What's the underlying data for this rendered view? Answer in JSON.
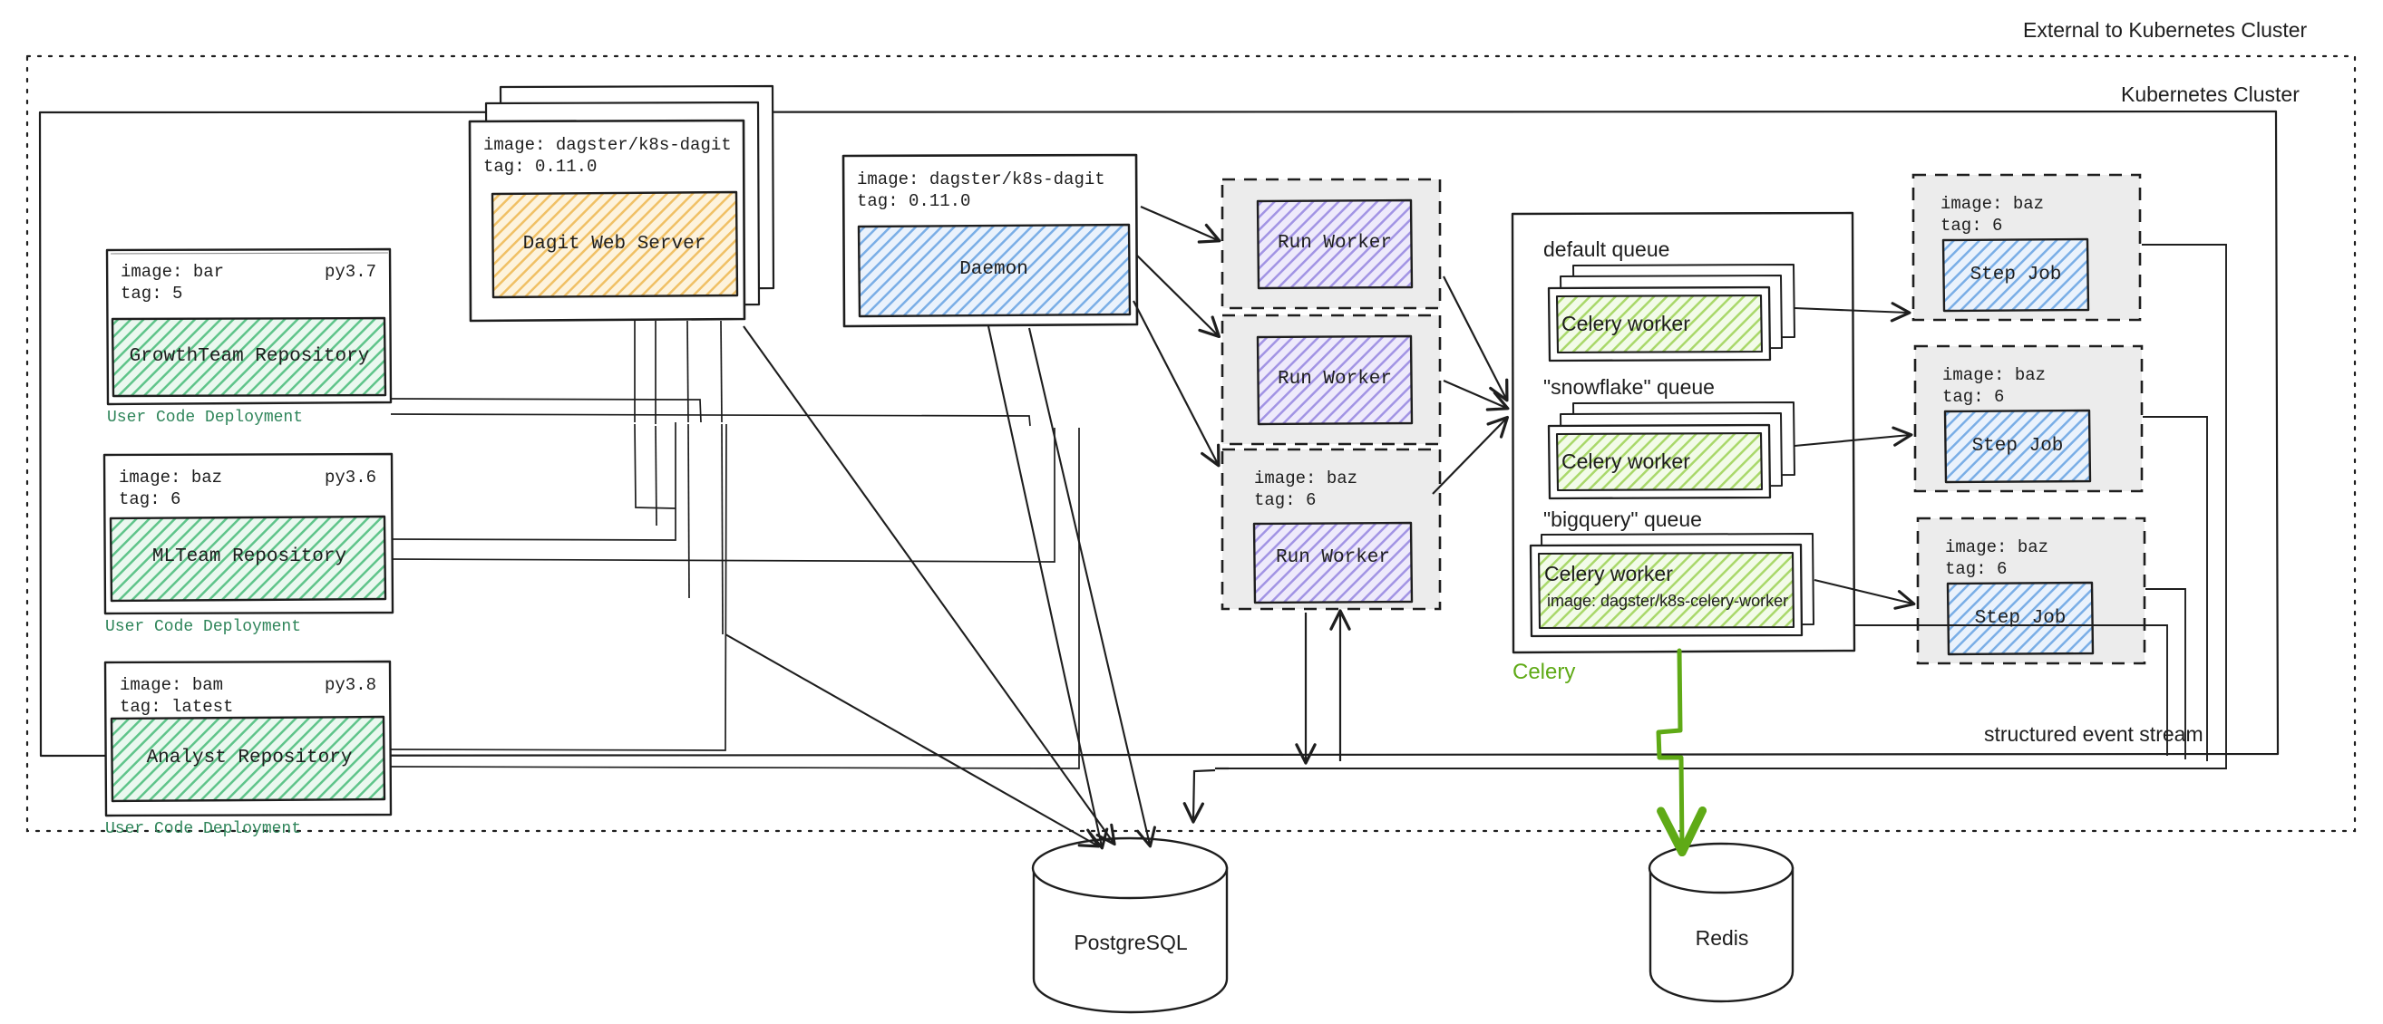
{
  "boundaries": {
    "external_label": "External to Kubernetes Cluster",
    "cluster_label": "Kubernetes Cluster",
    "event_stream_label": "structured event stream"
  },
  "user_code_deployments": [
    {
      "image_line": "image: bar",
      "tag_line": "tag: 5",
      "python_version": "py3.7",
      "repository": "GrowthTeam Repository",
      "footer": "User Code Deployment"
    },
    {
      "image_line": "image: baz",
      "tag_line": "tag: 6",
      "python_version": "py3.6",
      "repository": "MLTeam Repository",
      "footer": "User Code Deployment"
    },
    {
      "image_line": "image: bam",
      "tag_line": "tag: latest",
      "python_version": "py3.8",
      "repository": "Analyst Repository",
      "footer": "User Code Deployment"
    }
  ],
  "dagit": {
    "image_line": "image: dagster/k8s-dagit",
    "tag_line": "tag: 0.11.0",
    "title": "Dagit Web Server",
    "stack_count": 3
  },
  "daemon": {
    "image_line": "image: dagster/k8s-dagit",
    "tag_line": "tag: 0.11.0",
    "title": "Daemon"
  },
  "run_workers": [
    {
      "title": "Run Worker",
      "image_line": "",
      "tag_line": ""
    },
    {
      "title": "Run Worker",
      "image_line": "",
      "tag_line": ""
    },
    {
      "title": "Run Worker",
      "image_line": "image: baz",
      "tag_line": "tag: 6"
    }
  ],
  "celery": {
    "label": "Celery",
    "queues": [
      {
        "name": "default queue",
        "worker": "Celery worker",
        "worker_sub": "",
        "stack_count": 3
      },
      {
        "name": "\"snowflake\" queue",
        "worker": "Celery worker",
        "worker_sub": "",
        "stack_count": 3
      },
      {
        "name": "\"bigquery\" queue",
        "worker": "Celery worker",
        "worker_sub": "image: dagster/k8s-celery-worker",
        "stack_count": 2
      }
    ]
  },
  "step_jobs": [
    {
      "image_line": "image: baz",
      "tag_line": "tag: 6",
      "title": "Step Job"
    },
    {
      "image_line": "image: baz",
      "tag_line": "tag: 6",
      "title": "Step Job"
    },
    {
      "image_line": "image: baz",
      "tag_line": "tag: 6",
      "title": "Step Job"
    }
  ],
  "databases": [
    {
      "name": "PostgreSQL"
    },
    {
      "name": "Redis"
    }
  ],
  "colors": {
    "stroke": "#1e1e1e",
    "green_fill": "#b2e6c4",
    "green_stroke": "#2f9e5e",
    "orange_fill": "#f0c27a",
    "orange_stroke": "#e0a33e",
    "blue_fill": "#8fbbe8",
    "blue_stroke": "#6fa4dd",
    "purple_fill": "#b3a6e8",
    "purple_stroke": "#9b8ade",
    "celery_green": "#5faa16",
    "deploy_green": "#2f855a",
    "container_gray": "#ececec"
  }
}
